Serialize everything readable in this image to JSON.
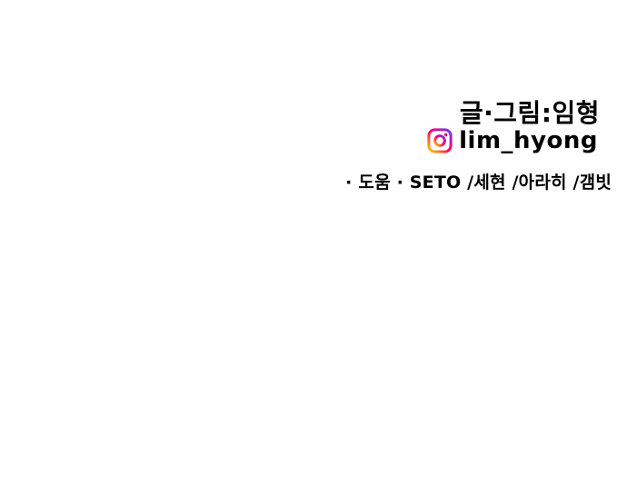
{
  "credits": {
    "author_line": "글·그림:임형",
    "instagram_handle": "lim_hyong",
    "helpers_line": "· 도움 · SETO /세현 /아라히 /갬빗"
  },
  "icons": {
    "instagram": "instagram-icon"
  },
  "colors": {
    "background": "#ffffff",
    "text": "#000000",
    "instagram_gradient_start": "#FFD600",
    "instagram_gradient_mid": "#FF0069",
    "instagram_gradient_end": "#7638FA"
  }
}
